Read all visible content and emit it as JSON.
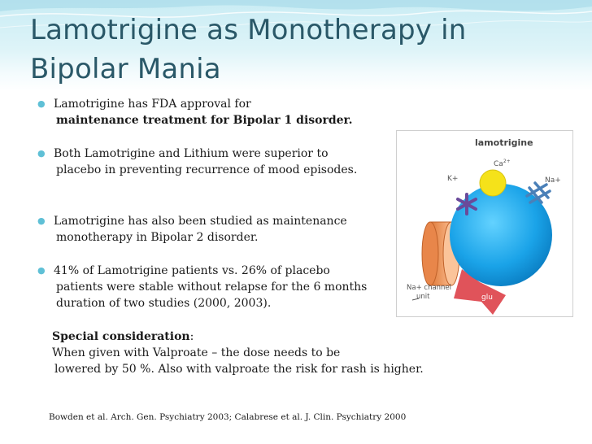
{
  "title": {
    "line1": "Lamotrigine as Monotherapy in",
    "line2": "Bipolar Mania"
  },
  "bullets": [
    {
      "line1": "Lamotrigine has FDA approval for",
      "cont": "maintenance treatment for Bipolar 1 disorder."
    },
    {
      "line1": "Both Lamotrigine and Lithium were superior to",
      "cont": "placebo in preventing recurrence of mood episodes."
    },
    {
      "line1": "Lamotrigine has also been studied as maintenance",
      "cont": "monotherapy in Bipolar 2 disorder."
    },
    {
      "line1": "41% of Lamotrigine patients vs. 26% of placebo",
      "cont": "patients were stable without relapse for the 6 months",
      "cont2": "duration  of two studies  (2000, 2003)."
    }
  ],
  "special": {
    "heading": "Special consideration",
    "colon": ":",
    "line1": "When given with  Valproate – the dose needs to be",
    "line2": "lowered by 50 %.  Also with valproate the risk for rash is higher."
  },
  "citation": "Bowden et al. Arch. Gen. Psychiatry 2003; Calabrese et al. J. Clin. Psychiatry 2000",
  "figure": {
    "title": "lamotrigine",
    "ca": "Ca",
    "ca_sup": "2+",
    "k": "K+",
    "na": "Na+",
    "channel_line1": "Na+ channel",
    "channel_line2": "unit",
    "glu": "glu",
    "icon": "lamotrigine-mechanism-diagram"
  },
  "colors": {
    "title": "#2a5868",
    "bullet_dot": "#5fc0d6",
    "top_band": "#c9ecf4",
    "sphere": "#1aa3e8",
    "ca_ion": "#f5e21a",
    "k_channel": "#6a4a9a",
    "na_channel": "#4a80b8",
    "channel_unit": "#f3a56a",
    "glu_arrow": "#e0535a"
  }
}
